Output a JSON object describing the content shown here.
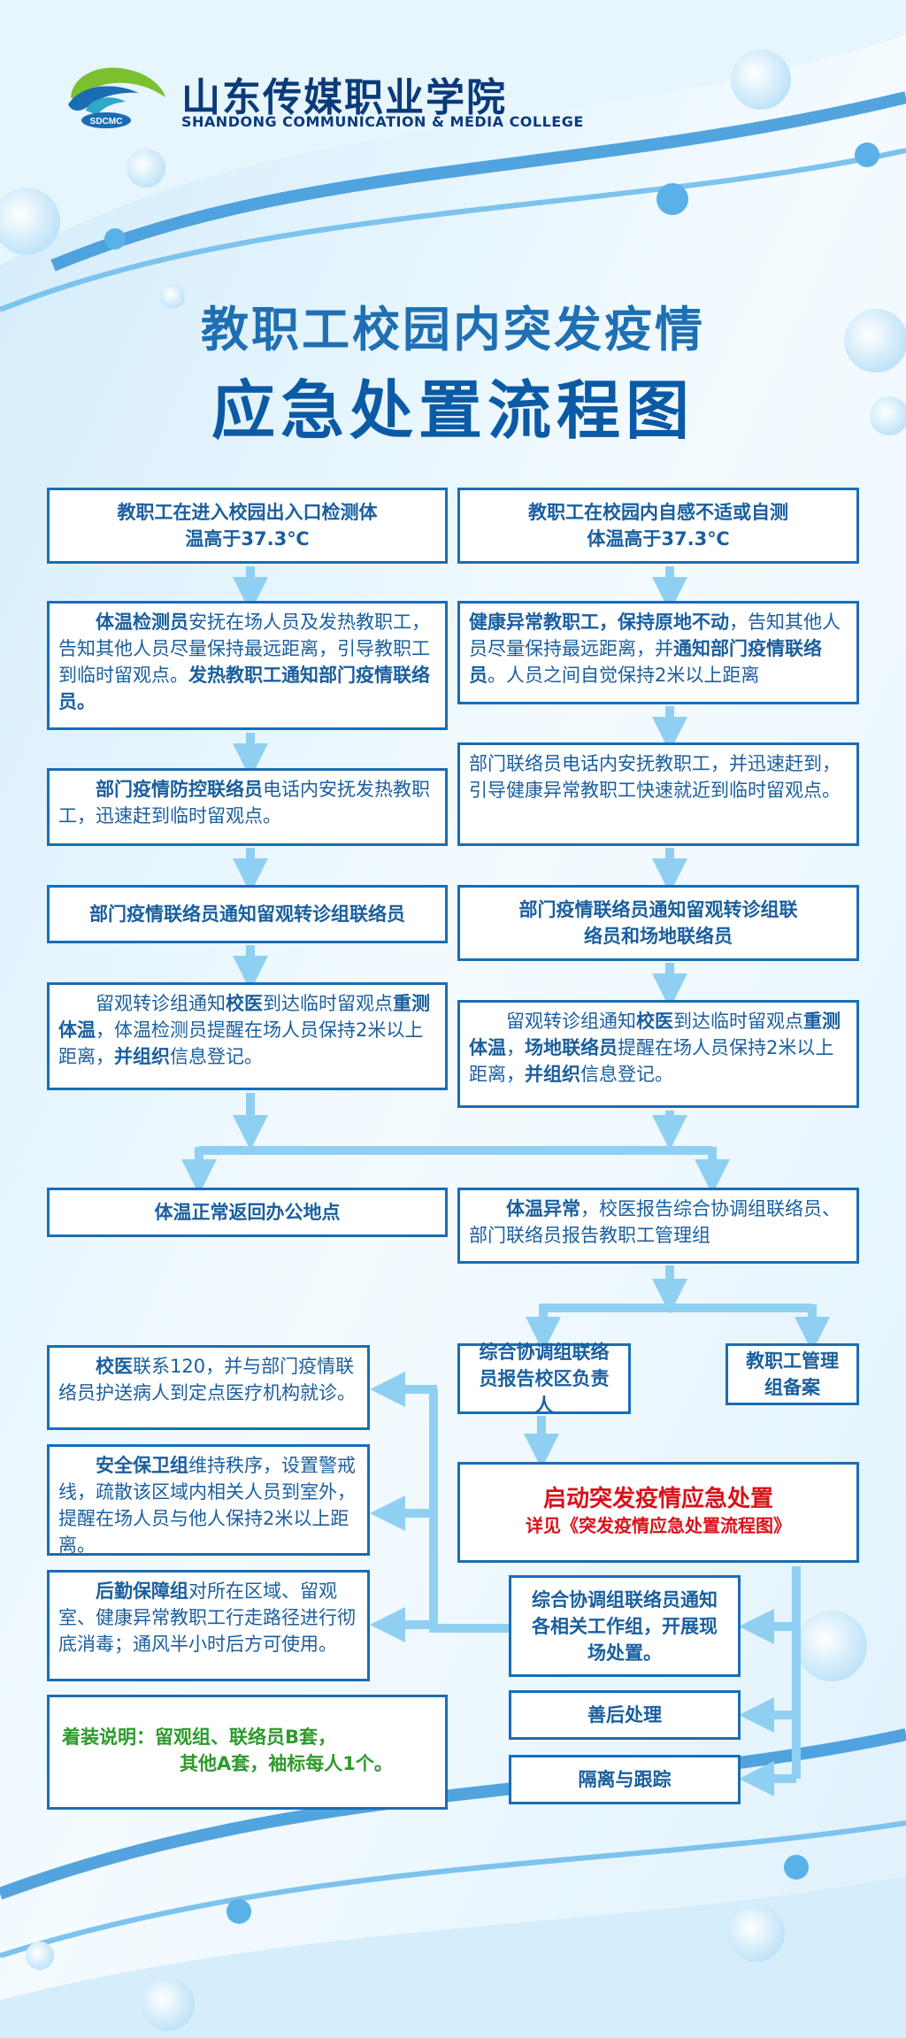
{
  "header": {
    "school_cn": "山东传媒职业学院",
    "school_en": "SHANDONG COMMUNICATION & MEDIA COLLEGE",
    "logo_text": "SDCMC"
  },
  "title": {
    "line1": "教职工校园内突发疫情",
    "line2": "应急处置流程图"
  },
  "left": {
    "b1": "教职工在进入校园出入口检测体温高于37.3℃",
    "b2": {
      "p1_b": "体温检测员",
      "p1": "安抚在场人员及发热教职工，告知其他人员尽量保持最远距离，引导教职工到临时留观点。",
      "p1_b2": "发热教职工通知部门疫情联络员。"
    },
    "b3": {
      "p1_b": "部门疫情防控联络员",
      "p1": "电话内安抚发热教职工，迅速赶到临时留观点。"
    },
    "b4": "部门疫情联络员通知留观转诊组联络员",
    "b5": {
      "t1": "留观转诊组通知",
      "t1_b": "校医",
      "t2": "到达临时留观点",
      "t3_b": "重测体温",
      "t4": "，体温检测员提醒在场人员保持2米以上距离，",
      "t5_b": "并组织",
      "t6": "信息登记。"
    }
  },
  "right": {
    "b1": "教职工在校园内自感不适或自测体温高于37.3℃",
    "b2": {
      "t1_b": "健康异常教职工，保持原地不动",
      "t2": "，告知其他人员尽量保持最远距离，并",
      "t3_b": "通知部门疫情联络员",
      "t4": "。人员之间自觉保持2米以上距离"
    },
    "b3": "部门联络员电话内安抚教职工，并迅速赶到，引导健康异常教职工快速就近到临时留观点。",
    "b4": "部门疫情联络员通知留观转诊组联络员和场地联络员",
    "b5": {
      "t1": "留观转诊组通知",
      "t1_b": "校医",
      "t2": "到达临时留观点",
      "t3_b": "重测体温",
      "t3b_b": "场地联络员",
      "t4": "提醒在场人员保持2米以上距离，",
      "t5_b": "并组织",
      "t6": "信息登记。"
    }
  },
  "mid": {
    "normal": "体温正常返回办公地点",
    "abnormal_b": "体温异常",
    "abnormal": "，校医报告综合协调组联络员、部门联络员报告教职工管理组"
  },
  "lower": {
    "coord": "综合协调组联络员报告校区负责人",
    "mgmt": "教职工管理组备案",
    "start_red": "启动突发疫情应急处置",
    "start_sub": "详见《突发疫情应急处置流程图》",
    "notify": "综合协调组联络员通知各相关工作组，开展现场处置。",
    "aftermath": "善后处理",
    "isolation": "隔离与跟踪",
    "doctor_b": "校医",
    "doctor": "联系120，并与部门疫情联络员护送病人到定点医疗机构就诊。",
    "security_b": "安全保卫组",
    "security": "维持秩序，设置警戒线，疏散该区域内相关人员到室外，提醒在场人员与他人保持2米以上距离。",
    "logistics_b": "后勤保障组",
    "logistics": "对所在区域、留观室、健康异常教职工行走路径进行彻底消毒；通风半小时后方可使用。",
    "dress_label": "着装说明：",
    "dress1": "留观组、联络员B套，",
    "dress2": "其他A套，袖标每人1个。"
  }
}
